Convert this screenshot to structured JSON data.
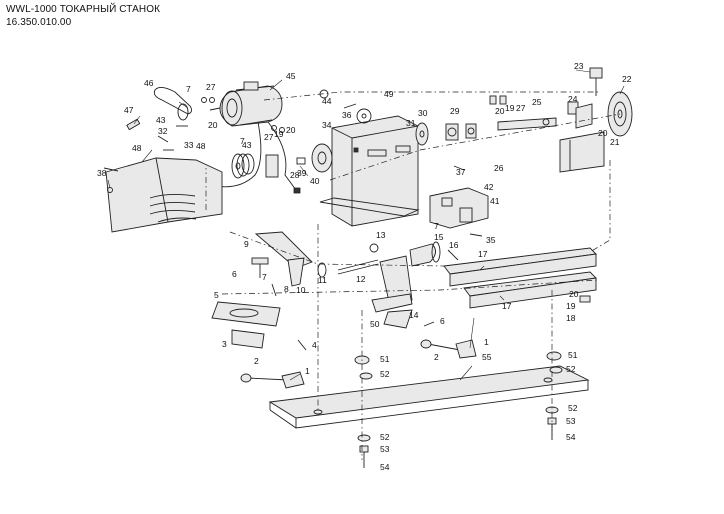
{
  "header": {
    "title": "WWL-1000 ТОКАРНЫЙ СТАНОК",
    "code": "16.350.010.00"
  },
  "callouts": [
    {
      "n": "1"
    },
    {
      "n": "1"
    },
    {
      "n": "2"
    },
    {
      "n": "2"
    },
    {
      "n": "3"
    },
    {
      "n": "4"
    },
    {
      "n": "5"
    },
    {
      "n": "6"
    },
    {
      "n": "6"
    },
    {
      "n": "7"
    },
    {
      "n": "7"
    },
    {
      "n": "7"
    },
    {
      "n": "7"
    },
    {
      "n": "8"
    },
    {
      "n": "9"
    },
    {
      "n": "10"
    },
    {
      "n": "11"
    },
    {
      "n": "12"
    },
    {
      "n": "13"
    },
    {
      "n": "14"
    },
    {
      "n": "15"
    },
    {
      "n": "16"
    },
    {
      "n": "17"
    },
    {
      "n": "17"
    },
    {
      "n": "18"
    },
    {
      "n": "19"
    },
    {
      "n": "19"
    },
    {
      "n": "19"
    },
    {
      "n": "20"
    },
    {
      "n": "20"
    },
    {
      "n": "20"
    },
    {
      "n": "20"
    },
    {
      "n": "20"
    },
    {
      "n": "21"
    },
    {
      "n": "22"
    },
    {
      "n": "23"
    },
    {
      "n": "24"
    },
    {
      "n": "25"
    },
    {
      "n": "26"
    },
    {
      "n": "27"
    },
    {
      "n": "27"
    },
    {
      "n": "27"
    },
    {
      "n": "28"
    },
    {
      "n": "29"
    },
    {
      "n": "30"
    },
    {
      "n": "31"
    },
    {
      "n": "32"
    },
    {
      "n": "33"
    },
    {
      "n": "34"
    },
    {
      "n": "35"
    },
    {
      "n": "36"
    },
    {
      "n": "37"
    },
    {
      "n": "38"
    },
    {
      "n": "39"
    },
    {
      "n": "40"
    },
    {
      "n": "41"
    },
    {
      "n": "42"
    },
    {
      "n": "43"
    },
    {
      "n": "43"
    },
    {
      "n": "44"
    },
    {
      "n": "45"
    },
    {
      "n": "46"
    },
    {
      "n": "47"
    },
    {
      "n": "48"
    },
    {
      "n": "48"
    },
    {
      "n": "49"
    },
    {
      "n": "50"
    },
    {
      "n": "51"
    },
    {
      "n": "51"
    },
    {
      "n": "52"
    },
    {
      "n": "52"
    },
    {
      "n": "52"
    },
    {
      "n": "52"
    },
    {
      "n": "53"
    },
    {
      "n": "53"
    },
    {
      "n": "54"
    },
    {
      "n": "54"
    },
    {
      "n": "55"
    }
  ]
}
